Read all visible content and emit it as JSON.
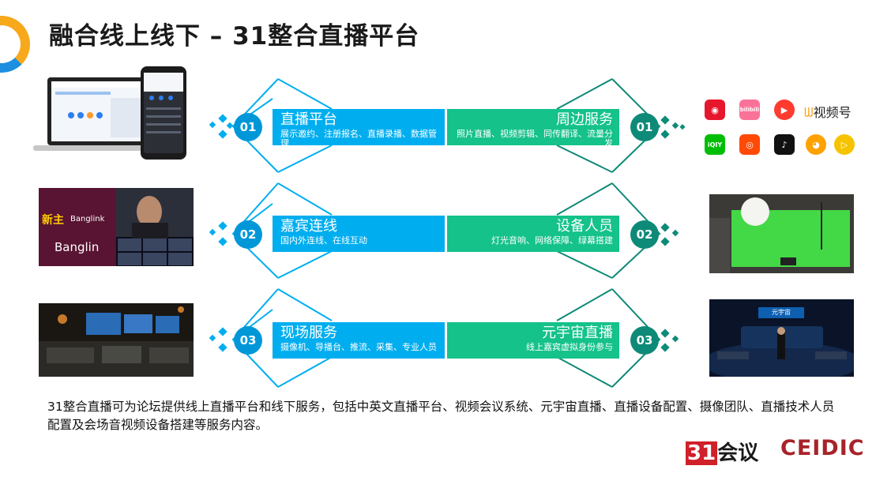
{
  "page": {
    "title": "融合线上线下 – 31整合直播平台"
  },
  "rows": [
    {
      "num": "01",
      "left": {
        "title": "直播平台",
        "sub": "展示邀约、注册报名、直播录播、数据管理"
      },
      "right": {
        "title": "周边服务",
        "sub": "照片直播、视频剪辑、同传翻译、流量分发"
      }
    },
    {
      "num": "02",
      "left": {
        "title": "嘉宾连线",
        "sub": "国内外连线、在线互动"
      },
      "right": {
        "title": "设备人员",
        "sub": "灯光音响、网络保障、绿幕搭建"
      }
    },
    {
      "num": "03",
      "left": {
        "title": "现场服务",
        "sub": "摄像机、导播台、推流、采集、专业人员"
      },
      "right": {
        "title": "元宇宙直播",
        "sub": "线上嘉宾虚拟身份参与"
      }
    }
  ],
  "platform_icons": [
    {
      "name": "weibo-icon",
      "color": "#e6162d",
      "glyph": "◉"
    },
    {
      "name": "bilibili-icon",
      "color": "#fb7299",
      "glyph": "bilibili"
    },
    {
      "name": "play-icon",
      "color": "#ff3b30",
      "glyph": "▶"
    },
    {
      "name": "qiyi-icon",
      "color": "#00be06",
      "glyph": "iQIY"
    },
    {
      "name": "kuaishou-icon",
      "color": "#ff4906",
      "glyph": "◎"
    },
    {
      "name": "douyin-icon",
      "color": "#111111",
      "glyph": "♪"
    },
    {
      "name": "huya-icon",
      "color": "#ffa200",
      "glyph": "◕"
    },
    {
      "name": "yy-icon",
      "color": "#f5c300",
      "glyph": "▷"
    }
  ],
  "shipinhao_label": "视频号",
  "photo_labels": {
    "guest_new": "新主",
    "guest_brand": "Banglink",
    "guest_stage": "Banglin",
    "meta_banner": "元宇宙"
  },
  "description": "31整合直播可为论坛提供线上直播平台和线下服务，包括中英文直播平台、视频会议系统、元宇宙直播、直播设备配置、摄像团队、直播技术人员配置及会场音视频设备搭建等服务内容。",
  "brand": {
    "logo31_num": "31",
    "logo31_text": "会议",
    "ceidic": "CEIDIC"
  },
  "colors": {
    "blue": "#00aeef",
    "green": "#14c28a",
    "dark_blue": "#0097d8",
    "dark_green": "#0e8a78"
  }
}
